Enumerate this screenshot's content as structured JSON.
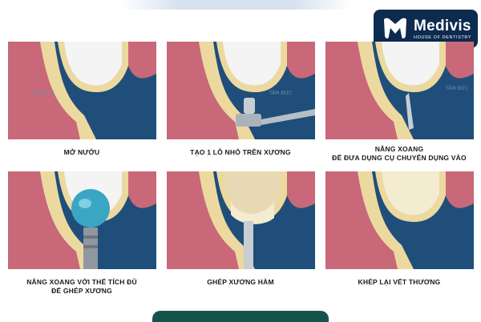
{
  "brand": {
    "name": "Medivis",
    "tagline": "HOUSE OF DENTISTRY",
    "logo_icon": "tooth-m-icon",
    "bg_color": "#0d2a4f"
  },
  "watermark": "TÂM ĐỨC",
  "steps": [
    {
      "caption_lines": [
        "MỞ NƯỚU"
      ]
    },
    {
      "caption_lines": [
        "TẠO 1 LỖ NHỎ TRÊN XƯƠNG"
      ]
    },
    {
      "caption_lines": [
        "NÂNG XOANG",
        "ĐỂ ĐƯA DỤNG CỤ CHUYÊN DỤNG VÀO"
      ]
    },
    {
      "caption_lines": [
        "NÂNG XOANG VỚI THỂ TÍCH ĐỦ",
        "ĐỂ GHÉP XƯƠNG"
      ]
    },
    {
      "caption_lines": [
        "GHÉP XƯƠNG HÀM"
      ]
    },
    {
      "caption_lines": [
        "KHÉP LẠI VẾT THƯƠNG"
      ]
    }
  ],
  "colors": {
    "sinus": "#1f4e7a",
    "gum": "#c86878",
    "bone": "#ecd9a0",
    "membrane": "#ffffff",
    "graft_blue": "#3aa6c4",
    "graft_bone": "#f4ecd0"
  }
}
